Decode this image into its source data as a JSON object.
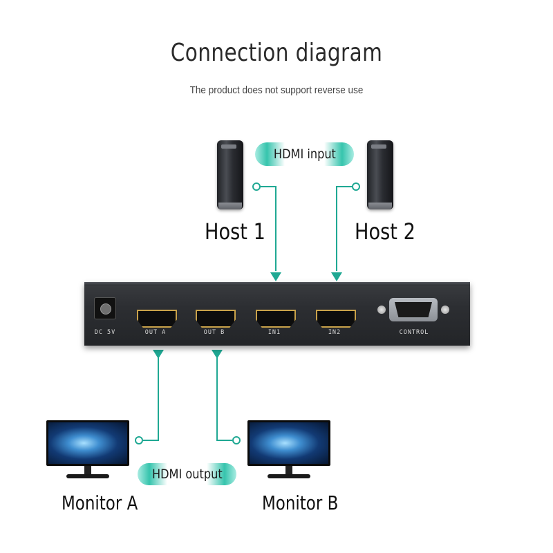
{
  "header": {
    "title": "Connection diagram",
    "subtitle": "The product does not support reverse use"
  },
  "badges": {
    "input": "HDMI input",
    "output": "HDMI output"
  },
  "hosts": [
    {
      "label": "Host 1"
    },
    {
      "label": "Host 2"
    }
  ],
  "monitors": [
    {
      "label": "Monitor A"
    },
    {
      "label": "Monitor B"
    }
  ],
  "device": {
    "ports": [
      {
        "label": "DC 5V"
      },
      {
        "label": "OUT A"
      },
      {
        "label": "OUT B"
      },
      {
        "label": "IN1"
      },
      {
        "label": "IN2"
      },
      {
        "label": "CONTROL"
      }
    ]
  },
  "colors": {
    "accent": "#1fa893",
    "accent_light": "#36c4ad"
  }
}
